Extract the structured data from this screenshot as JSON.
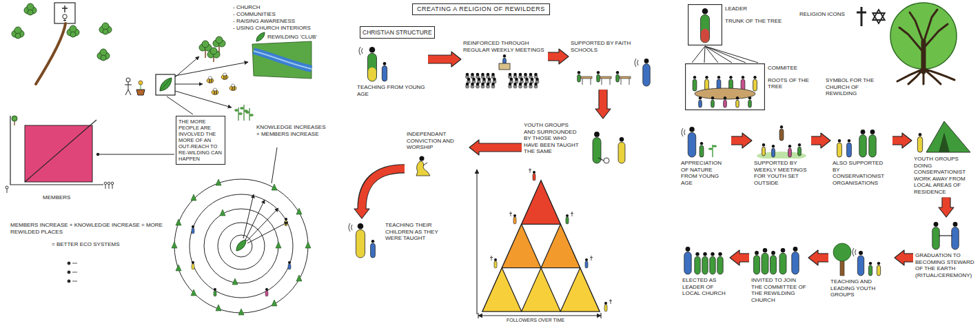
{
  "diagram": {
    "title": "CREATING A RELIGION OF REWILDERS",
    "nodes": [
      {
        "text": [
          "THE MORE PEOPLE ARE INVOLVED THE MORE OF AN OUT-REACH TO RE-WILDING CAN HAPPEN"
        ]
      },
      {
        "text": [
          "CHRISTIAN STRUCTURE"
        ]
      },
      {
        "text": [
          "TEACHING FROM YOUNG AGE"
        ]
      },
      {
        "text": [
          "REINFORCED THROUGH REGULAR WEEKLY MEETINGS"
        ]
      },
      {
        "text": [
          "SUPPORTED BY FAITH SCHOOLS"
        ]
      },
      {
        "text": [
          "YOUTH GROUPS AND SURROUNDED BY THOSE WHO HAVE BEEN TAUGHT THE SAME"
        ]
      },
      {
        "text": [
          "INDEPENDANT CONVICTION AND WORSHIP"
        ]
      },
      {
        "text": [
          "TEACHING THEIR CHILDREN AS THEY WERE TAUGHT"
        ]
      },
      {
        "text": [
          "LEADER",
          "TRUNK OF THE TREE"
        ]
      },
      {
        "text": [
          "COMMITEE",
          "ROOTS OF THE TREE"
        ]
      },
      {
        "text": [
          "APPRECIATION OF NATURE FROM YOUNG AGE"
        ]
      },
      {
        "text": [
          "SUPPORTED BY WEEKLY MEETINGS FOR YOUTH SET OUTSIDE"
        ]
      },
      {
        "text": [
          "ALSO SUPPORTED BY CONSERVATIONIST ORGANISATIONS"
        ]
      },
      {
        "text": [
          "YOUTH GROUPS DOING CONSERVATIONIST WORK AWAY FROM LOCAL AREAS OF RESIDENCE"
        ]
      },
      {
        "text": [
          "GRADUATION TO BECOMING STEWARD OF THE EARTH (RITUAL/CEREMONY)"
        ]
      },
      {
        "text": [
          "TEACHING AND LEADING YOUTH GROUPS"
        ]
      },
      {
        "text": [
          "INVITED TO JOIN THE COMMITTEE OF THE REWILDING CHURCH"
        ]
      },
      {
        "text": [
          "ELECTED AS LEADER OF LOCAL CHURCH"
        ]
      }
    ],
    "edges": [
      {
        "from": 2,
        "to": 3,
        "arrow": "to"
      },
      {
        "from": 3,
        "to": 4,
        "arrow": "to"
      },
      {
        "from": 4,
        "to": 5,
        "arrow": "to"
      },
      {
        "from": 5,
        "to": 6,
        "arrow": "to"
      },
      {
        "from": 6,
        "to": 7,
        "arrow": "to"
      },
      {
        "from": 8,
        "to": 9,
        "arrow": "none"
      },
      {
        "from": 10,
        "to": 11,
        "arrow": "to"
      },
      {
        "from": 11,
        "to": 12,
        "arrow": "to"
      },
      {
        "from": 12,
        "to": 13,
        "arrow": "to"
      },
      {
        "from": 13,
        "to": 14,
        "arrow": "to"
      },
      {
        "from": 14,
        "to": 15,
        "arrow": "to"
      },
      {
        "from": 15,
        "to": 16,
        "arrow": "to"
      },
      {
        "from": 16,
        "to": 17,
        "arrow": "to"
      }
    ],
    "labels": [
      "- CHURCH",
      "- COMMUNITIES",
      "- RAISING AWARENESS",
      "- USING CHURCH INTERIORS",
      "REWILDING 'CLUB'",
      "MEMBERS",
      "KNOWLEDGE INCREASES + MEMBERS INCREASE",
      "MEMBERS INCREASE + KNOWLEDGE INCREASE = MORE REWILDED PLACES",
      "= BETTER ECO SYSTEMS",
      "FOLLOWERS OVER TIME",
      "RELIGION ICONS",
      "SYMBOL FOR THE CHURCH OF REWILDING"
    ]
  }
}
